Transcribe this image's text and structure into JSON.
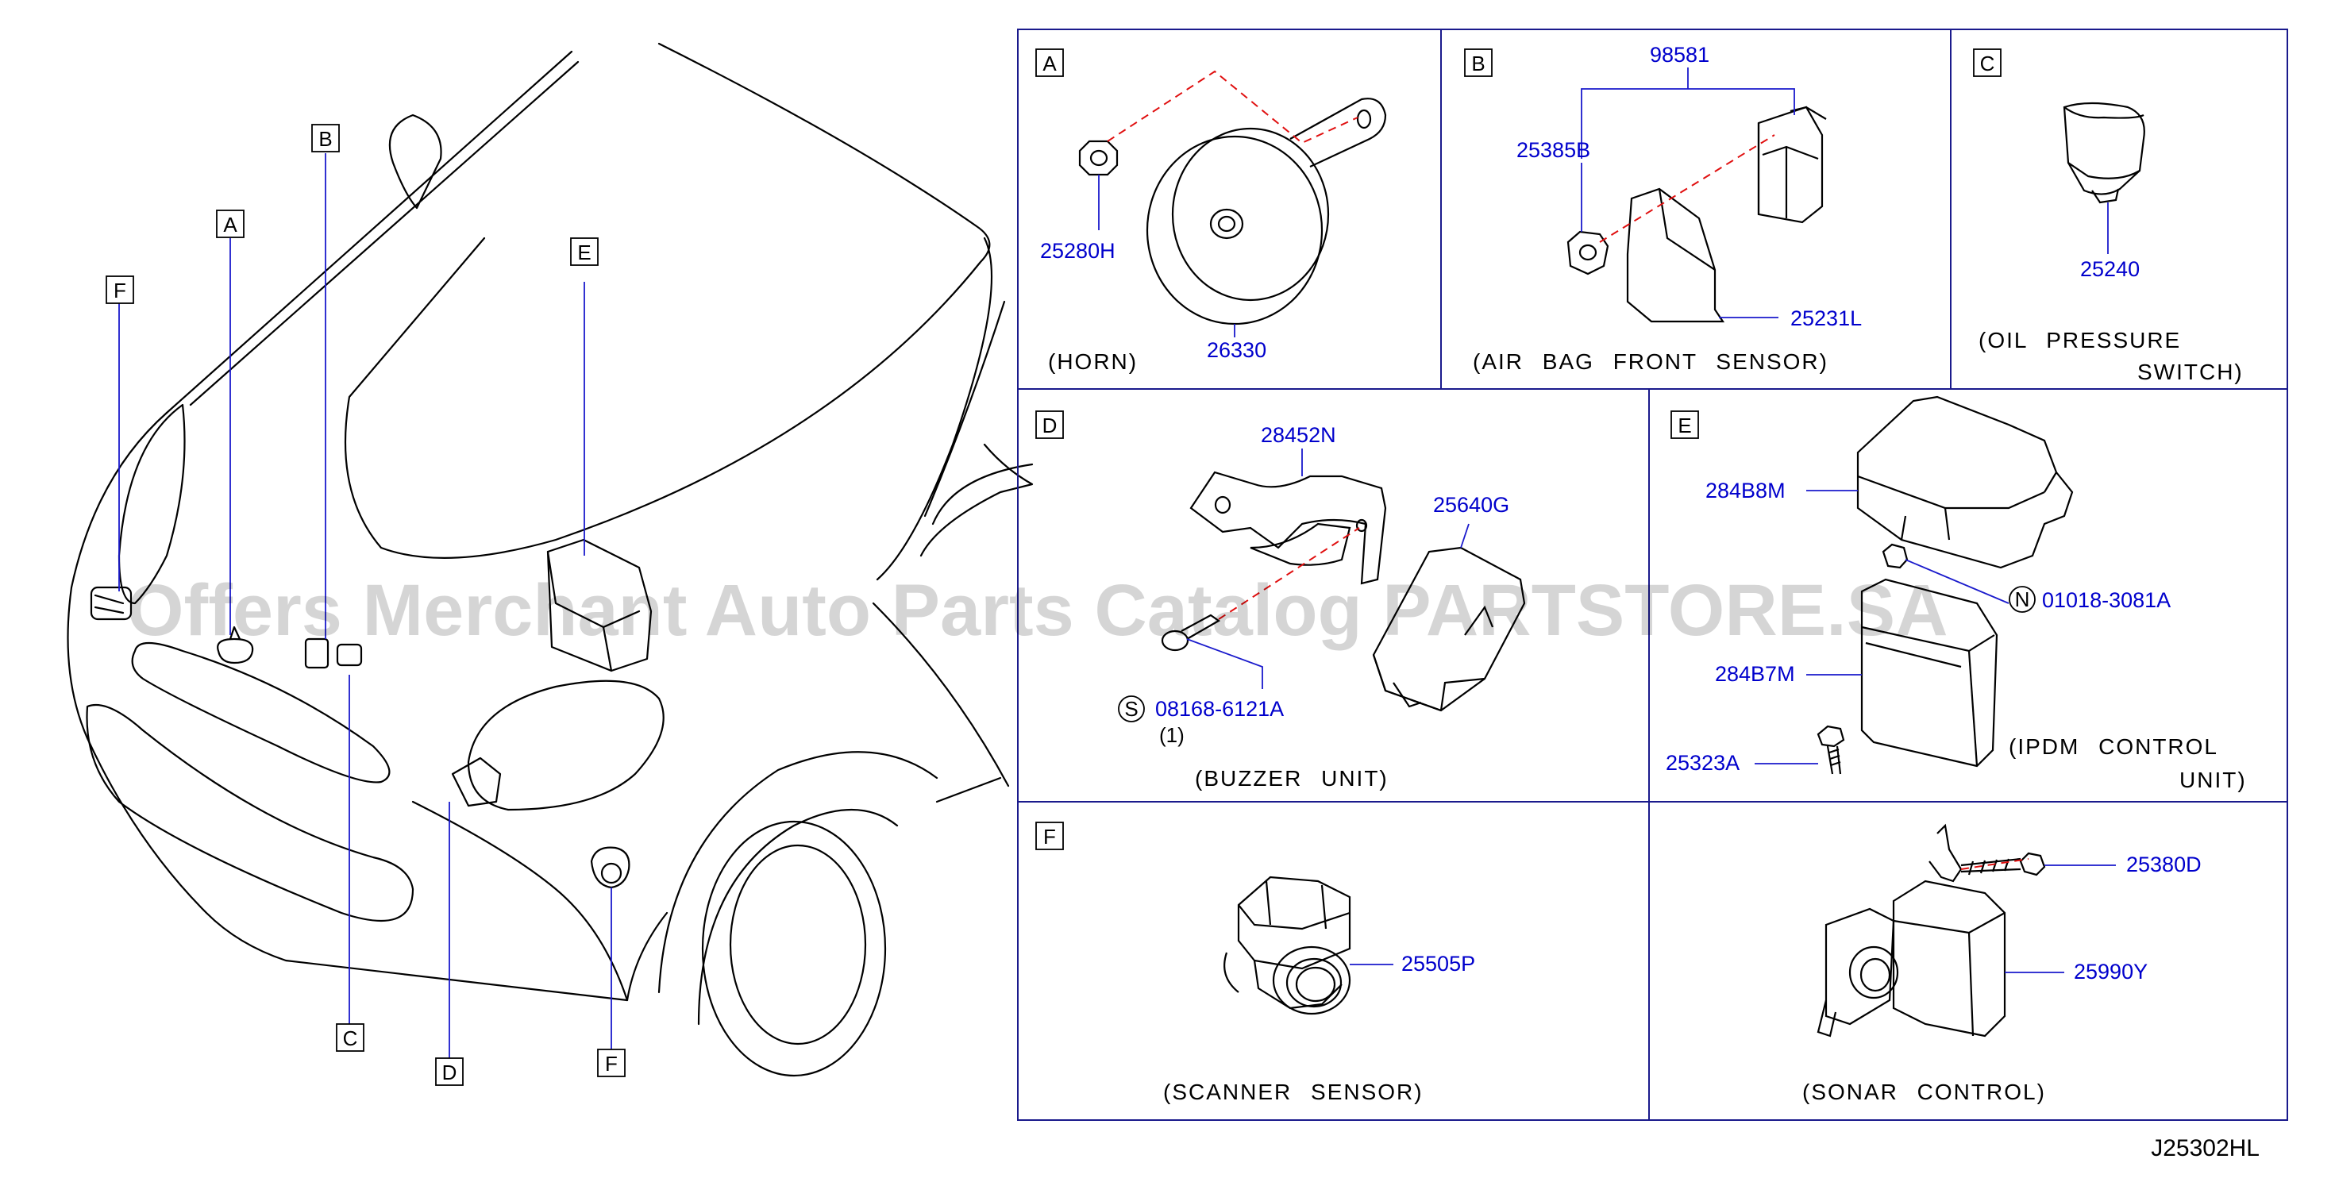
{
  "watermark": "Offers Merchant Auto Parts Catalog PARTSTORE.SA",
  "diagram_code": "J25302HL",
  "vehicle_callouts": [
    "A",
    "B",
    "C",
    "D",
    "E",
    "F",
    "F"
  ],
  "panels": {
    "A": {
      "letter": "A",
      "caption": "(HORN)",
      "parts": [
        "25280H",
        "26330"
      ]
    },
    "B": {
      "letter": "B",
      "caption": "(AIR BAG FRONT SENSOR)",
      "parts": [
        "98581",
        "25385B",
        "25231L"
      ]
    },
    "C": {
      "letter": "C",
      "caption_line1": "(OIL PRESSURE",
      "caption_line2": "SWITCH)",
      "parts": [
        "25240"
      ]
    },
    "D": {
      "letter": "D",
      "caption": "(BUZZER UNIT)",
      "parts": [
        "28452N",
        "25640G",
        "08168-6121A"
      ],
      "screw_symbol": "S",
      "qty": "(1)"
    },
    "E": {
      "letter": "E",
      "caption_line1": "(IPDM CONTROL",
      "caption_line2": "UNIT)",
      "parts": [
        "284B8M",
        "01018-3081A",
        "284B7M",
        "25323A"
      ],
      "nut_symbol": "N"
    },
    "F": {
      "letter": "F",
      "caption": "(SCANNER SENSOR)",
      "parts": [
        "25505P"
      ]
    },
    "G": {
      "caption": "(SONAR CONTROL)",
      "parts": [
        "25380D",
        "25990Y"
      ]
    }
  }
}
